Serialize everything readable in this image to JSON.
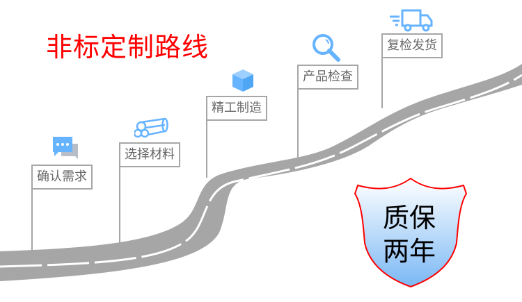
{
  "title": "非标定制路线",
  "colors": {
    "title": "#ff0000",
    "road": "#a6a6a6",
    "box_border": "#a6a6a6",
    "step_text": "#666666",
    "icon": "#66b3ff",
    "shield_border": "#ff0000",
    "shield_fill_top": "#ffffff",
    "shield_fill_bottom": "#7ab8f5"
  },
  "steps": [
    {
      "label": "确认需求",
      "icon": "chat-bubble-icon"
    },
    {
      "label": "选择材料",
      "icon": "pipes-icon"
    },
    {
      "label": "精工制造",
      "icon": "box-icon"
    },
    {
      "label": "产品检查",
      "icon": "magnifier-icon"
    },
    {
      "label": "复检发货",
      "icon": "truck-icon"
    }
  ],
  "shield": {
    "line1": "质保",
    "line2": "两年"
  }
}
